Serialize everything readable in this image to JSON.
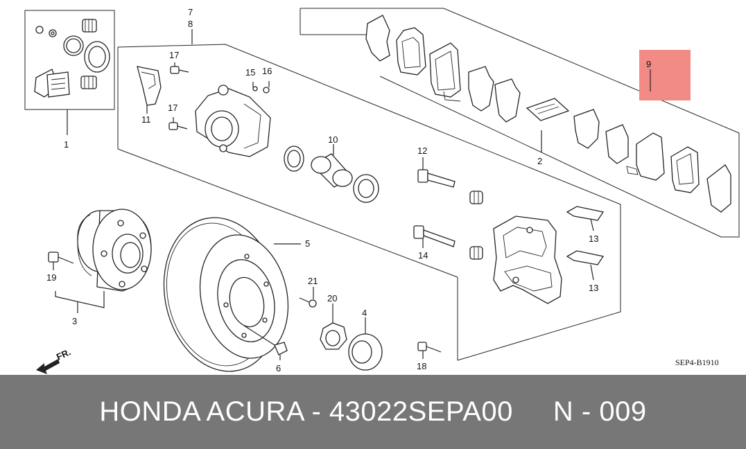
{
  "diagram": {
    "labels": {
      "p1": "1",
      "p2": "2",
      "p3": "3",
      "p4": "4",
      "p5": "5",
      "p6": "6",
      "p7": "7",
      "p8": "8",
      "p9": "9",
      "p10": "10",
      "p11": "11",
      "p12": "12",
      "p13a": "13",
      "p13b": "13",
      "p14": "14",
      "p15": "15",
      "p16": "16",
      "p17a": "17",
      "p17b": "17",
      "p18": "18",
      "p19": "19",
      "p20": "20",
      "p21": "21"
    },
    "direction_label": "FR.",
    "diagram_code": "SEP4-B1910",
    "highlight_color": "#f28b85"
  },
  "footer": {
    "text": "HONDA ACURA - 43022SEPA00     N - 009",
    "background": "#777777"
  }
}
